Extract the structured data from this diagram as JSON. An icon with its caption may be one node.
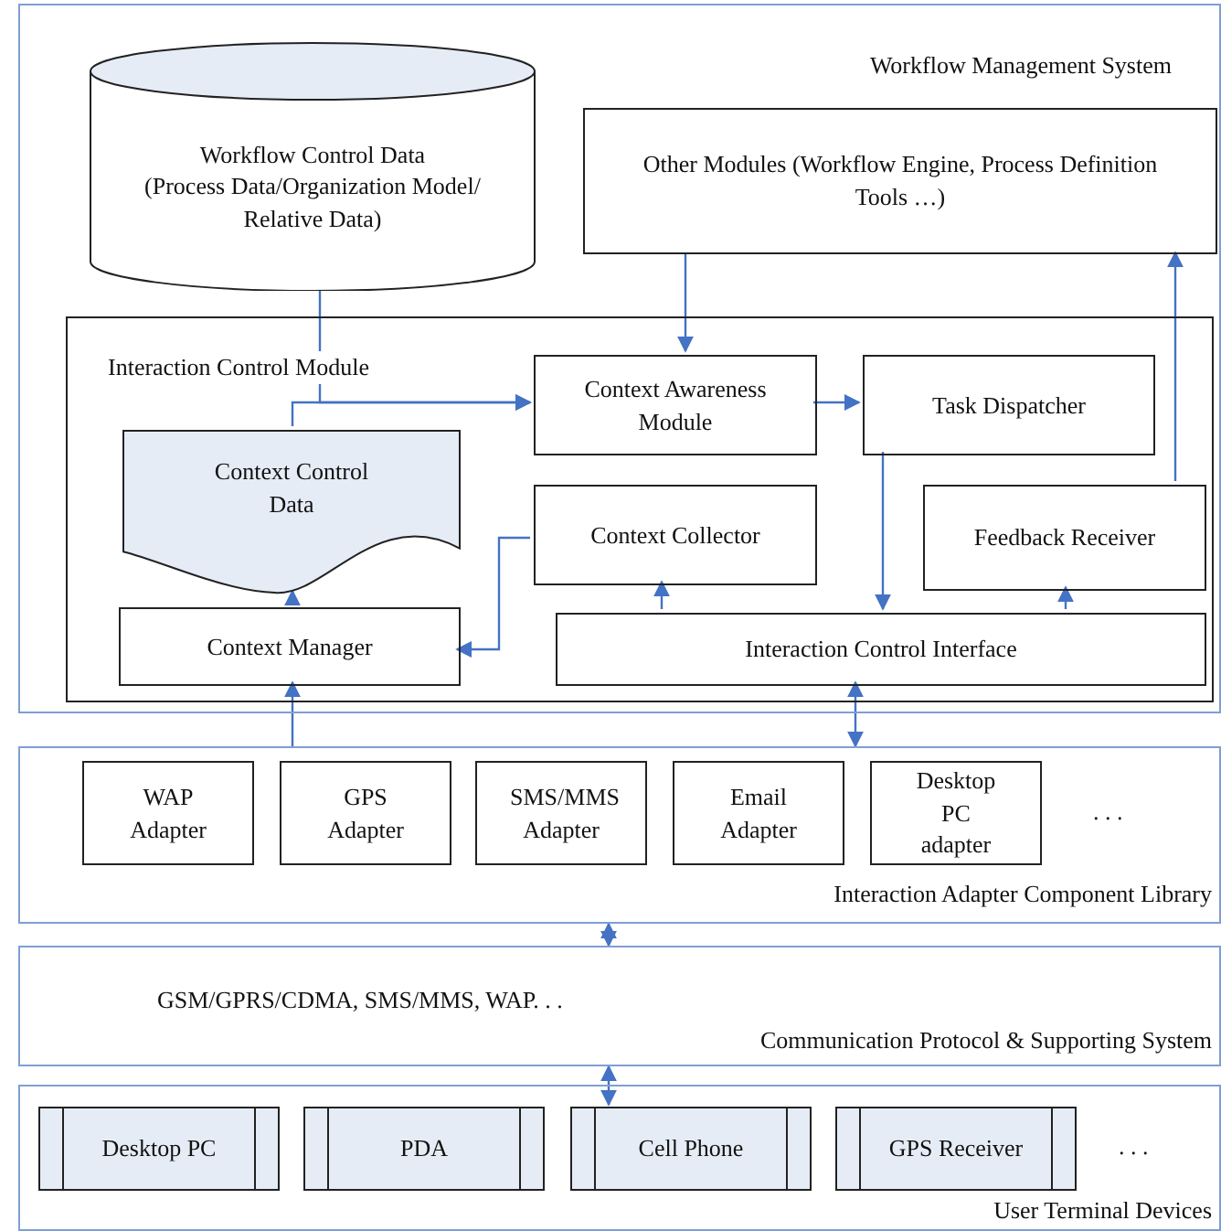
{
  "diagram": {
    "nodes": [
      {
        "text": [
          "Workflow Management System"
        ]
      },
      {
        "text": [
          "Workflow Control Data",
          "(Process Data/Organization Model/ Relative Data)"
        ],
        "in": 0
      },
      {
        "text": [
          "Other Modules (Workflow Engine, Process Definition Tools …)"
        ],
        "in": 0
      },
      {
        "text": [
          "Interaction Control Module"
        ],
        "in": 0
      },
      {
        "text": [
          "Context Control Data"
        ],
        "in": 3
      },
      {
        "text": [
          "Context Awareness Module"
        ],
        "in": 3
      },
      {
        "text": [
          "Task Dispatcher"
        ],
        "in": 3
      },
      {
        "text": [
          "Context Collector"
        ],
        "in": 3
      },
      {
        "text": [
          "Feedback Receiver"
        ],
        "in": 3
      },
      {
        "text": [
          "Context Manager"
        ],
        "in": 3
      },
      {
        "text": [
          "Interaction Control Interface"
        ],
        "in": 3
      },
      {
        "text": [
          "Interaction Adapter Component Library"
        ]
      },
      {
        "text": [
          "WAP Adapter"
        ],
        "in": 11
      },
      {
        "text": [
          "GPS Adapter"
        ],
        "in": 11
      },
      {
        "text": [
          "SMS/MMS Adapter"
        ],
        "in": 11
      },
      {
        "text": [
          "Email Adapter"
        ],
        "in": 11
      },
      {
        "text": [
          "Desktop PC adapter"
        ],
        "in": 11
      },
      {
        "text": [
          "GSM/GPRS/CDMA, SMS/MMS, WAP. . .",
          "Communication Protocol & Supporting System"
        ]
      },
      {
        "text": [
          "User Terminal Devices"
        ]
      },
      {
        "text": [
          "Desktop PC"
        ],
        "in": 18
      },
      {
        "text": [
          "PDA"
        ],
        "in": 18
      },
      {
        "text": [
          "Cell Phone"
        ],
        "in": 18
      },
      {
        "text": [
          "GPS Receiver"
        ],
        "in": 18
      }
    ],
    "edges": [
      {
        "from": 1,
        "to": 5,
        "arrow": "to"
      },
      {
        "from": 4,
        "to": 5,
        "arrow": "to"
      },
      {
        "from": 2,
        "to": 5,
        "arrow": "to"
      },
      {
        "from": 5,
        "to": 6,
        "arrow": "to"
      },
      {
        "from": 6,
        "to": 10,
        "arrow": "to"
      },
      {
        "from": 8,
        "to": 2,
        "arrow": "to"
      },
      {
        "from": 7,
        "to": 9,
        "arrow": "to"
      },
      {
        "from": 10,
        "to": 7,
        "arrow": "to"
      },
      {
        "from": 10,
        "to": 8,
        "arrow": "to"
      },
      {
        "from": 9,
        "to": 4,
        "arrow": "to"
      },
      {
        "from": 11,
        "to": 9,
        "arrow": "to"
      },
      {
        "from": 10,
        "to": 11,
        "arrow": "both"
      },
      {
        "from": 11,
        "to": 17,
        "arrow": "both"
      },
      {
        "from": 17,
        "to": 21,
        "arrow": "both"
      }
    ],
    "labels": [
      ". . .",
      ". . ."
    ]
  }
}
